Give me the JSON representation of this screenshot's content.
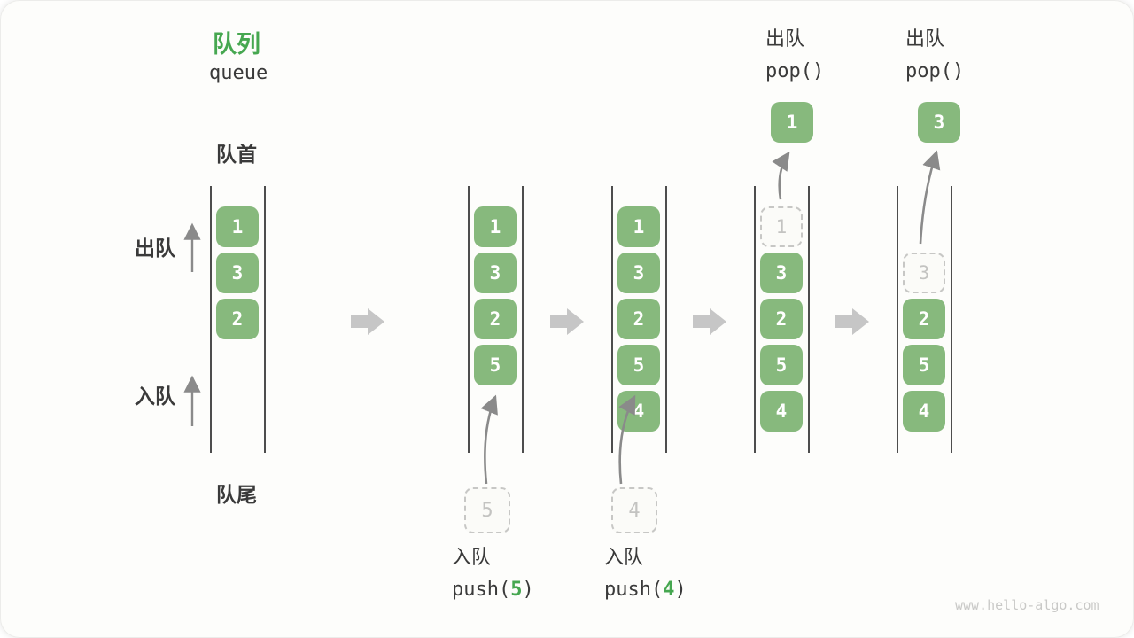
{
  "title": {
    "zh": "队列",
    "en": "queue"
  },
  "side_labels": {
    "front": "队首",
    "rear": "队尾",
    "dequeue": "出队",
    "enqueue": "入队"
  },
  "operations": {
    "pop1": {
      "zh": "出队",
      "fn": "pop()"
    },
    "pop2": {
      "zh": "出队",
      "fn": "pop()"
    },
    "push5": {
      "zh": "入队",
      "fn": "push(",
      "arg": "5",
      "close": ")"
    },
    "push4": {
      "zh": "入队",
      "fn": "push(",
      "arg": "4",
      "close": ")"
    }
  },
  "watermark": "www.hello-algo.com",
  "colors": {
    "box_green": "#87B97D",
    "title_green": "#46A750",
    "text_dark": "#3A3A3A",
    "block_arrow_gray": "#C6C6C6",
    "thin_arrow_gray": "#8A8A8A",
    "dashed_gray": "#C7C7C5"
  },
  "states": [
    {
      "boxes": [
        {
          "value": "1",
          "slot": 0
        },
        {
          "value": "3",
          "slot": 1
        },
        {
          "value": "2",
          "slot": 2
        }
      ]
    },
    {
      "boxes": [
        {
          "value": "1",
          "slot": 0
        },
        {
          "value": "3",
          "slot": 1
        },
        {
          "value": "2",
          "slot": 2
        },
        {
          "value": "5",
          "slot": 3
        }
      ],
      "incoming": "5"
    },
    {
      "boxes": [
        {
          "value": "1",
          "slot": 0
        },
        {
          "value": "3",
          "slot": 1
        },
        {
          "value": "2",
          "slot": 2
        },
        {
          "value": "5",
          "slot": 3
        },
        {
          "value": "4",
          "slot": 4
        }
      ],
      "incoming": "4"
    },
    {
      "boxes": [
        {
          "value": "1",
          "slot": 0,
          "dashed": true
        },
        {
          "value": "3",
          "slot": 1
        },
        {
          "value": "2",
          "slot": 2
        },
        {
          "value": "5",
          "slot": 3
        },
        {
          "value": "4",
          "slot": 4
        }
      ],
      "popped": "1"
    },
    {
      "boxes": [
        {
          "value": "3",
          "slot": 1,
          "dashed": true
        },
        {
          "value": "2",
          "slot": 2
        },
        {
          "value": "5",
          "slot": 3
        },
        {
          "value": "4",
          "slot": 4
        }
      ],
      "popped": "3"
    }
  ]
}
